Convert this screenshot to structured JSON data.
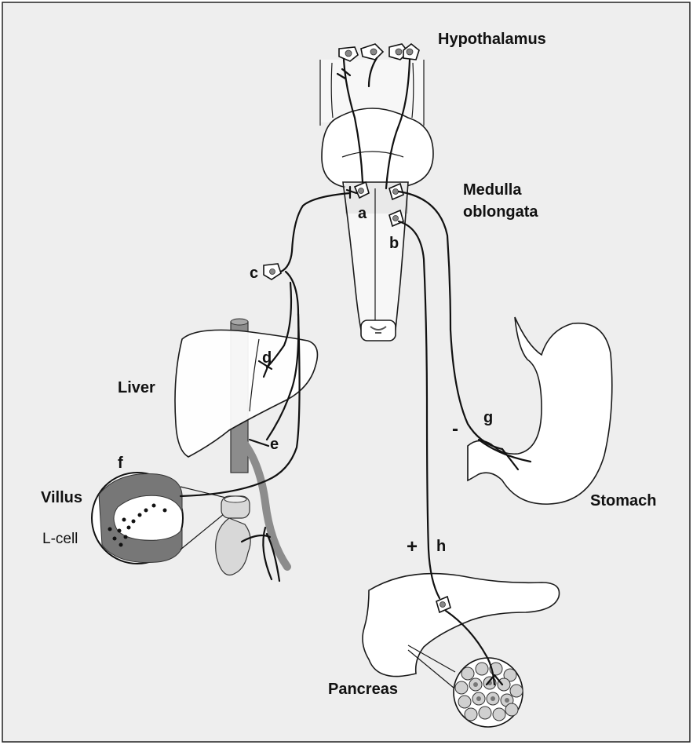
{
  "labels": {
    "hypothalamus": "Hypothalamus",
    "medulla_line1": "Medulla",
    "medulla_line2": "oblongata",
    "liver": "Liver",
    "villus": "Villus",
    "lcell": "L-cell",
    "stomach": "Stomach",
    "pancreas": "Pancreas"
  },
  "letters": {
    "a": "a",
    "b": "b",
    "c": "c",
    "d": "d",
    "e": "e",
    "f": "f",
    "g": "g",
    "h": "h"
  },
  "signs": {
    "minus": "-",
    "plus": "+"
  },
  "colors": {
    "background": "#eeeeee",
    "border": "#222222",
    "organ_fill": "#ffffff",
    "vessel_gray": "#8c8c8c",
    "villus_gray": "#777777",
    "nerve": "#111111"
  }
}
